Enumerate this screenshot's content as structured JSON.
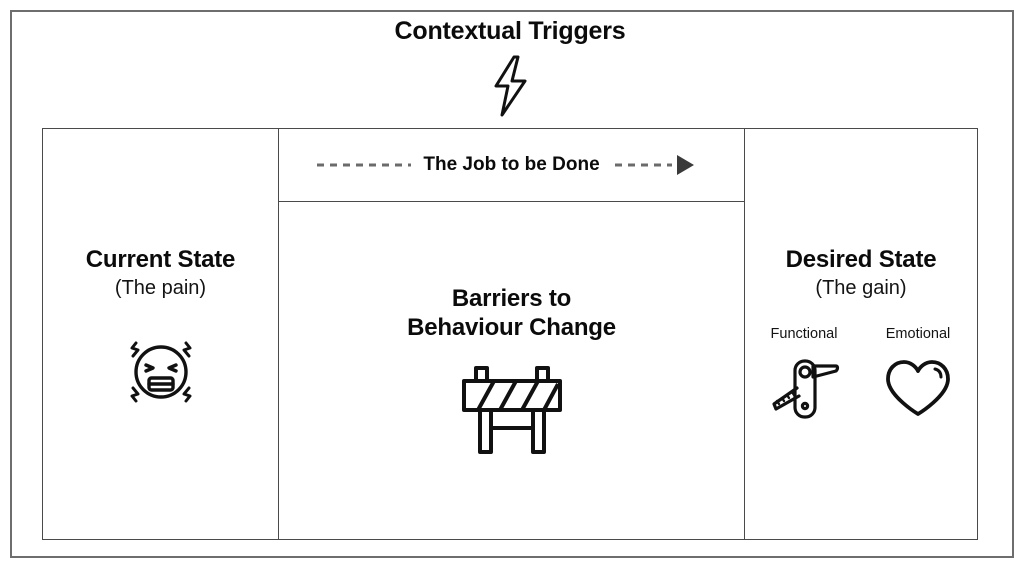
{
  "diagram": {
    "header": {
      "title": "Contextual Triggers",
      "icon": "lightning-bolt-icon"
    },
    "jtbd": {
      "label": "The Job to be Done",
      "left_connector": "dashed-line",
      "right_connector": "dashed-arrow"
    },
    "panels": {
      "left": {
        "heading": "Current State",
        "subtitle": "(The pain)",
        "icon": "stressed-face-icon"
      },
      "middle": {
        "heading": "Barriers to Behaviour Change",
        "heading_line1": "Barriers to",
        "heading_line2": "Behaviour Change",
        "icon": "road-barrier-icon"
      },
      "right": {
        "heading": "Desired State",
        "subtitle": "(The gain)",
        "gains": [
          {
            "label": "Functional",
            "icon": "swiss-army-knife-icon"
          },
          {
            "label": "Emotional",
            "icon": "heart-icon"
          }
        ]
      }
    },
    "colors": {
      "ink": "#0b0b0b",
      "outer_border": "#6e6e6e",
      "panel_border": "#4a4a4a",
      "dash_grey": "#6b6b6b",
      "background": "#ffffff"
    }
  }
}
